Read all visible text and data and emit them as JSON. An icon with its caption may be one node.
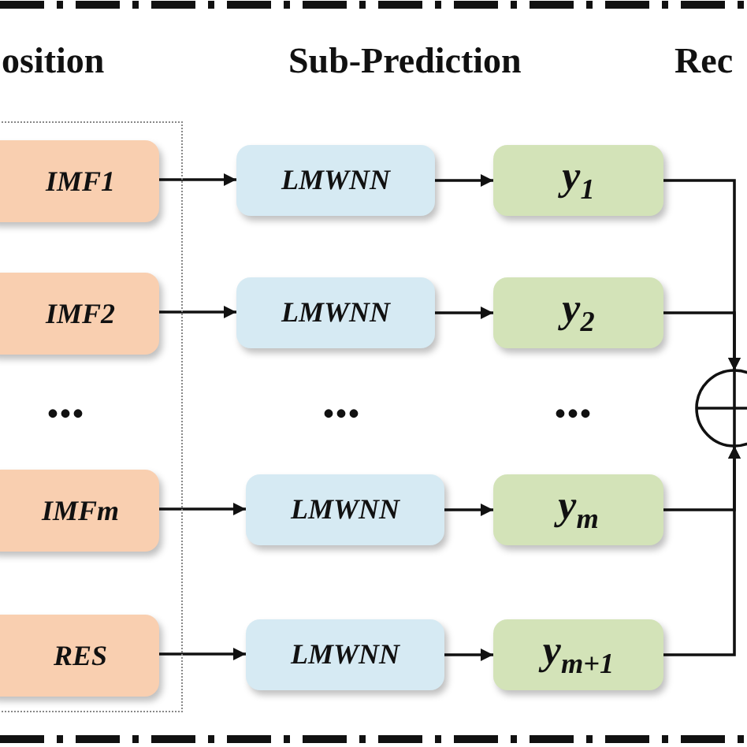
{
  "diagram": {
    "nodes": [
      {
        "text": [],
        "shape": "box"
      },
      {
        "text": [
          "IMF1"
        ],
        "in": 0
      },
      {
        "text": [
          "LMWNN"
        ]
      },
      {
        "text": [
          "y$_{1}$"
        ]
      },
      {
        "text": [
          "IMF2"
        ],
        "in": 0
      },
      {
        "text": [
          "LMWNN"
        ]
      },
      {
        "text": [
          "y$_{2}$"
        ]
      },
      {
        "text": [
          "IMFm"
        ],
        "in": 0
      },
      {
        "text": [
          "LMWNN"
        ]
      },
      {
        "text": [
          "y$_{m}$"
        ]
      },
      {
        "text": [
          "RES"
        ],
        "in": 0
      },
      {
        "text": [
          "LMWNN"
        ]
      },
      {
        "text": [
          "y$_{m+1}$"
        ]
      },
      {
        "text": [],
        "shape": "circle"
      }
    ],
    "edges": [
      {
        "from": 1,
        "to": 2,
        "arrow": "to"
      },
      {
        "from": 2,
        "to": 3,
        "arrow": "to"
      },
      {
        "from": 4,
        "to": 5,
        "arrow": "to"
      },
      {
        "from": 5,
        "to": 6,
        "arrow": "to"
      },
      {
        "from": 7,
        "to": 8,
        "arrow": "to"
      },
      {
        "from": 8,
        "to": 9,
        "arrow": "to"
      },
      {
        "from": 10,
        "to": 11,
        "arrow": "to"
      },
      {
        "from": 11,
        "to": 12,
        "arrow": "to"
      },
      {
        "from": 3,
        "to": 13,
        "arrow": "to"
      },
      {
        "from": 6,
        "to": 13,
        "arrow": "to"
      },
      {
        "from": 9,
        "to": 13,
        "arrow": "to"
      },
      {
        "from": 12,
        "to": 13,
        "arrow": "to"
      }
    ],
    "labels": [
      "osition",
      "Sub-Prediction",
      "Rec",
      "•••",
      "•••",
      "•••"
    ]
  }
}
